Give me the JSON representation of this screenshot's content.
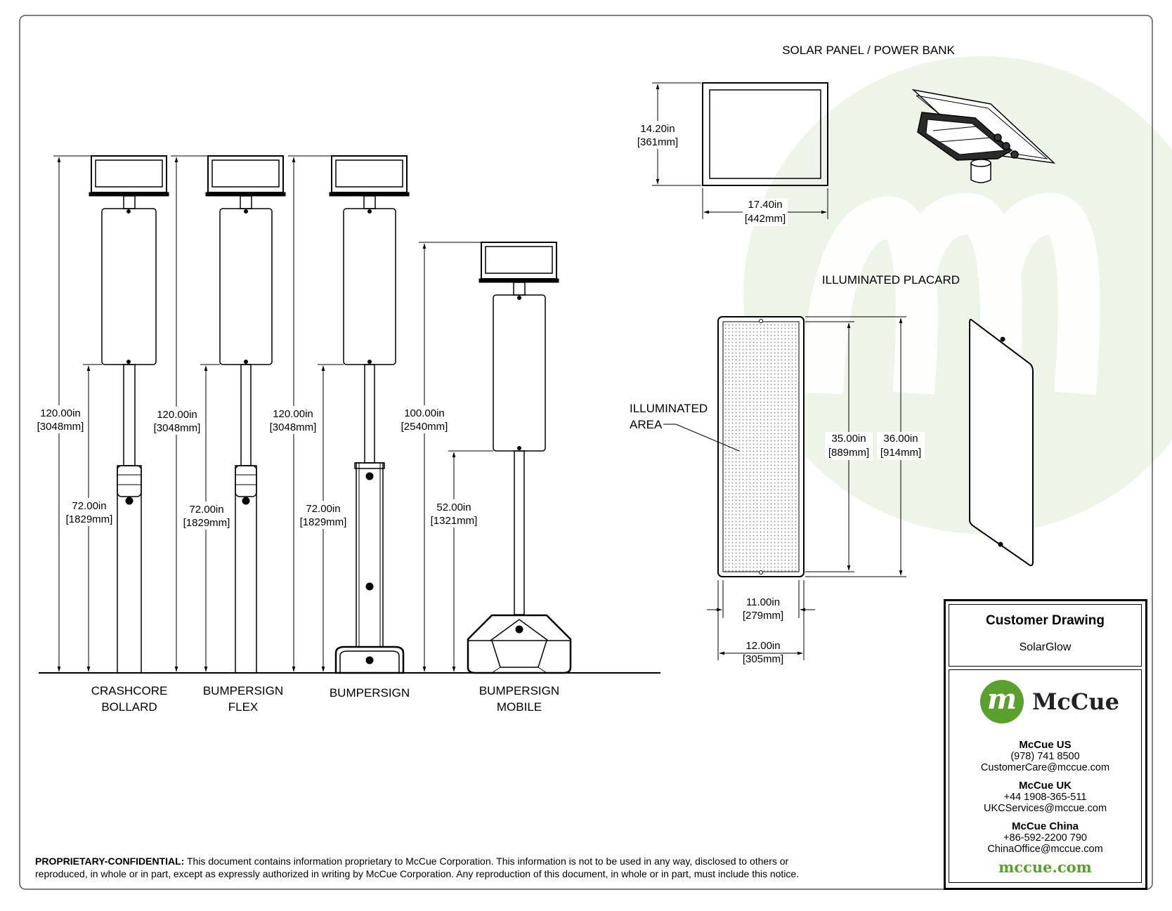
{
  "products": [
    {
      "label_line1": "CRASHCORE",
      "label_line2": "BOLLARD",
      "overall_in": "120.00in",
      "overall_mm": "[3048mm]",
      "sign_in": "72.00in",
      "sign_mm": "[1829mm]"
    },
    {
      "label_line1": "BUMPERSIGN",
      "label_line2": "FLEX",
      "overall_in": "120.00in",
      "overall_mm": "[3048mm]",
      "sign_in": "72.00in",
      "sign_mm": "[1829mm]"
    },
    {
      "label_line1": "BUMPERSIGN",
      "label_line2": "",
      "overall_in": "120.00in",
      "overall_mm": "[3048mm]",
      "sign_in": "72.00in",
      "sign_mm": "[1829mm]"
    },
    {
      "label_line1": "BUMPERSIGN",
      "label_line2": "MOBILE",
      "overall_in": "100.00in",
      "overall_mm": "[2540mm]",
      "sign_in": "52.00in",
      "sign_mm": "[1321mm]"
    }
  ],
  "solar_panel": {
    "heading": "SOLAR PANEL / POWER BANK",
    "height_in": "14.20in",
    "height_mm": "[361mm]",
    "width_in": "17.40in",
    "width_mm": "[442mm]"
  },
  "placard": {
    "heading": "ILLUMINATED PLACARD",
    "area_label_1": "ILLUMINATED",
    "area_label_2": "AREA",
    "illum_height_in": "35.00in",
    "illum_height_mm": "[889mm]",
    "overall_height_in": "36.00in",
    "overall_height_mm": "[914mm]",
    "illum_width_in": "11.00in",
    "illum_width_mm": "[279mm]",
    "overall_width_in": "12.00in",
    "overall_width_mm": "[305mm]"
  },
  "title_block": {
    "title": "Customer Drawing",
    "subtitle": "SolarGlow",
    "brand_initial": "m",
    "brand_name": "McCue",
    "offices": [
      {
        "name": "McCue US",
        "phone": "(978) 741 8500",
        "email": "CustomerCare@mccue.com"
      },
      {
        "name": "McCue UK",
        "phone": "+44 1908-365-511",
        "email": "UKCServices@mccue.com"
      },
      {
        "name": "McCue China",
        "phone": "+86-592-2200 790",
        "email": "ChinaOffice@mccue.com"
      }
    ],
    "website": "mccue.com"
  },
  "notice": {
    "label": "PROPRIETARY-CONFIDENTIAL:",
    "line1": "This document contains information proprietary to McCue Corporation. This information is not to be used in any way, disclosed to others or",
    "line2": "reproduced, in whole or in part, except as expressly authorized in writing by McCue Corporation. Any reproduction of this document, in whole or in part, must include this notice."
  },
  "colors": {
    "brand_green": "#5aa02c",
    "watermark_green": "#eef4e8"
  }
}
